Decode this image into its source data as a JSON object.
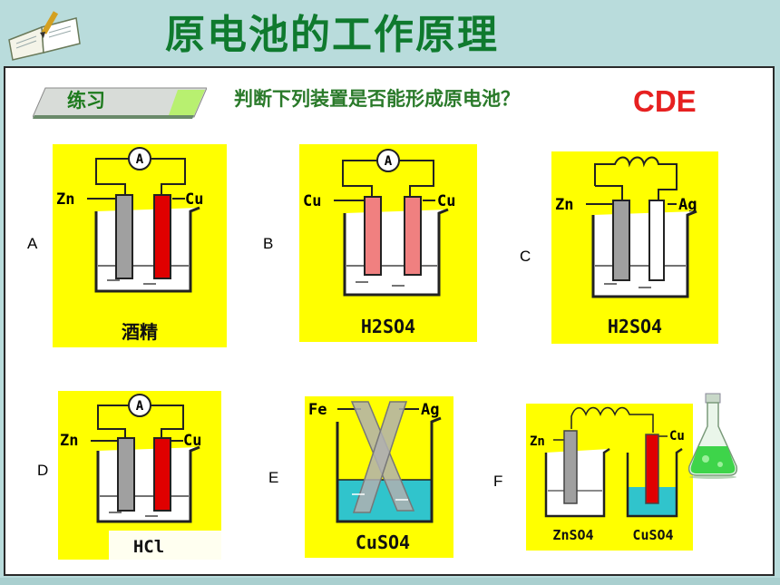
{
  "title": "原电池的工作原理",
  "exercise_tag": "练习",
  "question": "判断下列装置是否能形成原电池？",
  "answer": "CDE",
  "book_icon": "open-book-icon",
  "flask_icon": "green-flask-icon",
  "colors": {
    "title": "#0f7a2e",
    "answer": "#e62020",
    "panel_bg": "#ffff00",
    "zinc_rod": "#a0a0a0",
    "copper_rod": "#e00000",
    "pale_copper": "#f08080",
    "solution": "#30c4cc"
  },
  "panels": [
    {
      "letter": "A",
      "left_electrode": "Zn",
      "right_electrode": "Cu",
      "meter": "A",
      "solution": "酒精"
    },
    {
      "letter": "B",
      "left_electrode": "Cu",
      "right_electrode": "Cu",
      "meter": "A",
      "solution": "H2SO4"
    },
    {
      "letter": "C",
      "left_electrode": "Zn",
      "right_electrode": "Ag",
      "solution": "H2SO4"
    },
    {
      "letter": "D",
      "left_electrode": "Zn",
      "right_electrode": "Cu",
      "meter": "A",
      "solution": "HCl"
    },
    {
      "letter": "E",
      "left_electrode": "Fe",
      "right_electrode": "Ag",
      "solution": "CuSO4"
    },
    {
      "letter": "F",
      "left_electrode": "Zn",
      "right_electrode": "Cu",
      "left_solution": "ZnSO4",
      "right_solution": "CuSO4"
    }
  ]
}
